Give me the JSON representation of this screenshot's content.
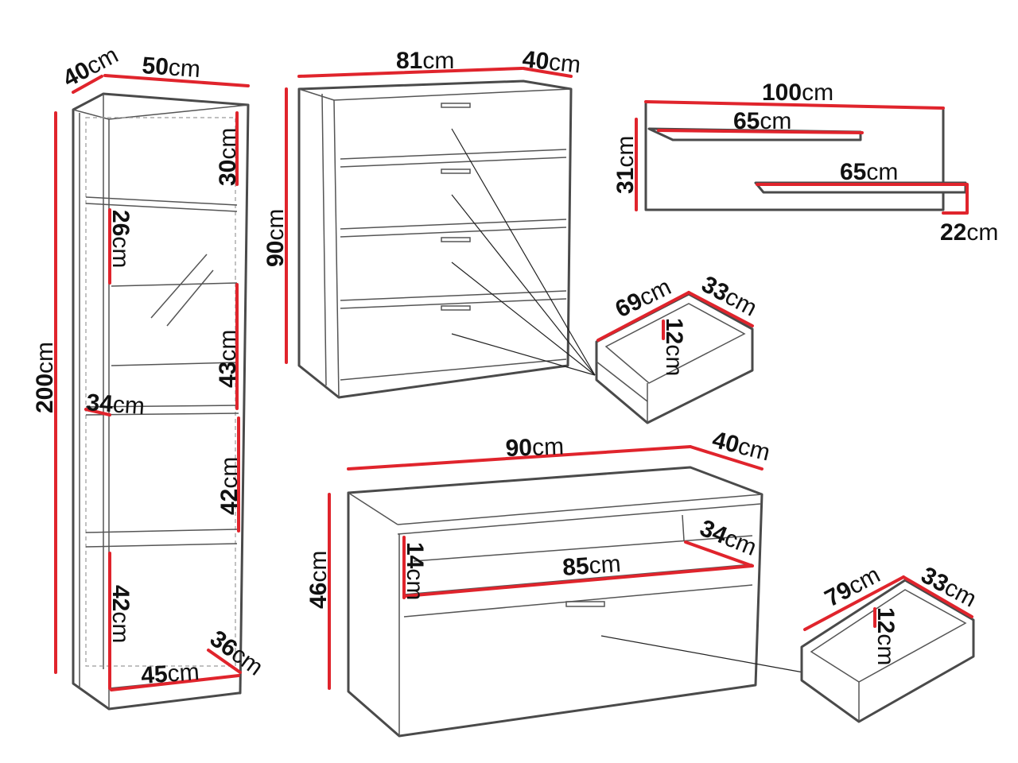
{
  "colors": {
    "dimension": "#e0242c",
    "outline": "#4a4a4a"
  },
  "unit": "cm",
  "bookcase": {
    "depth": "40",
    "width": "50",
    "height": "200",
    "shelf_top": "30",
    "shelf_2": "26",
    "glass": "43",
    "inner_depth": "34",
    "shelf_4": "42",
    "bottom_space": "42",
    "inner_width": "45",
    "bottom_depth": "36"
  },
  "chest": {
    "width": "81",
    "depth": "40",
    "height": "90"
  },
  "chest_drawer": {
    "width": "69",
    "depth": "33",
    "height": "12"
  },
  "wall_shelf": {
    "width": "100",
    "shelf_upper": "65",
    "shelf_lower": "65",
    "height": "31",
    "depth": "22"
  },
  "bench": {
    "width": "90",
    "depth": "40",
    "height": "46",
    "opening_height": "14",
    "inner_width": "85",
    "inner_depth": "34"
  },
  "bench_drawer": {
    "width": "79",
    "depth": "33",
    "height": "12"
  }
}
